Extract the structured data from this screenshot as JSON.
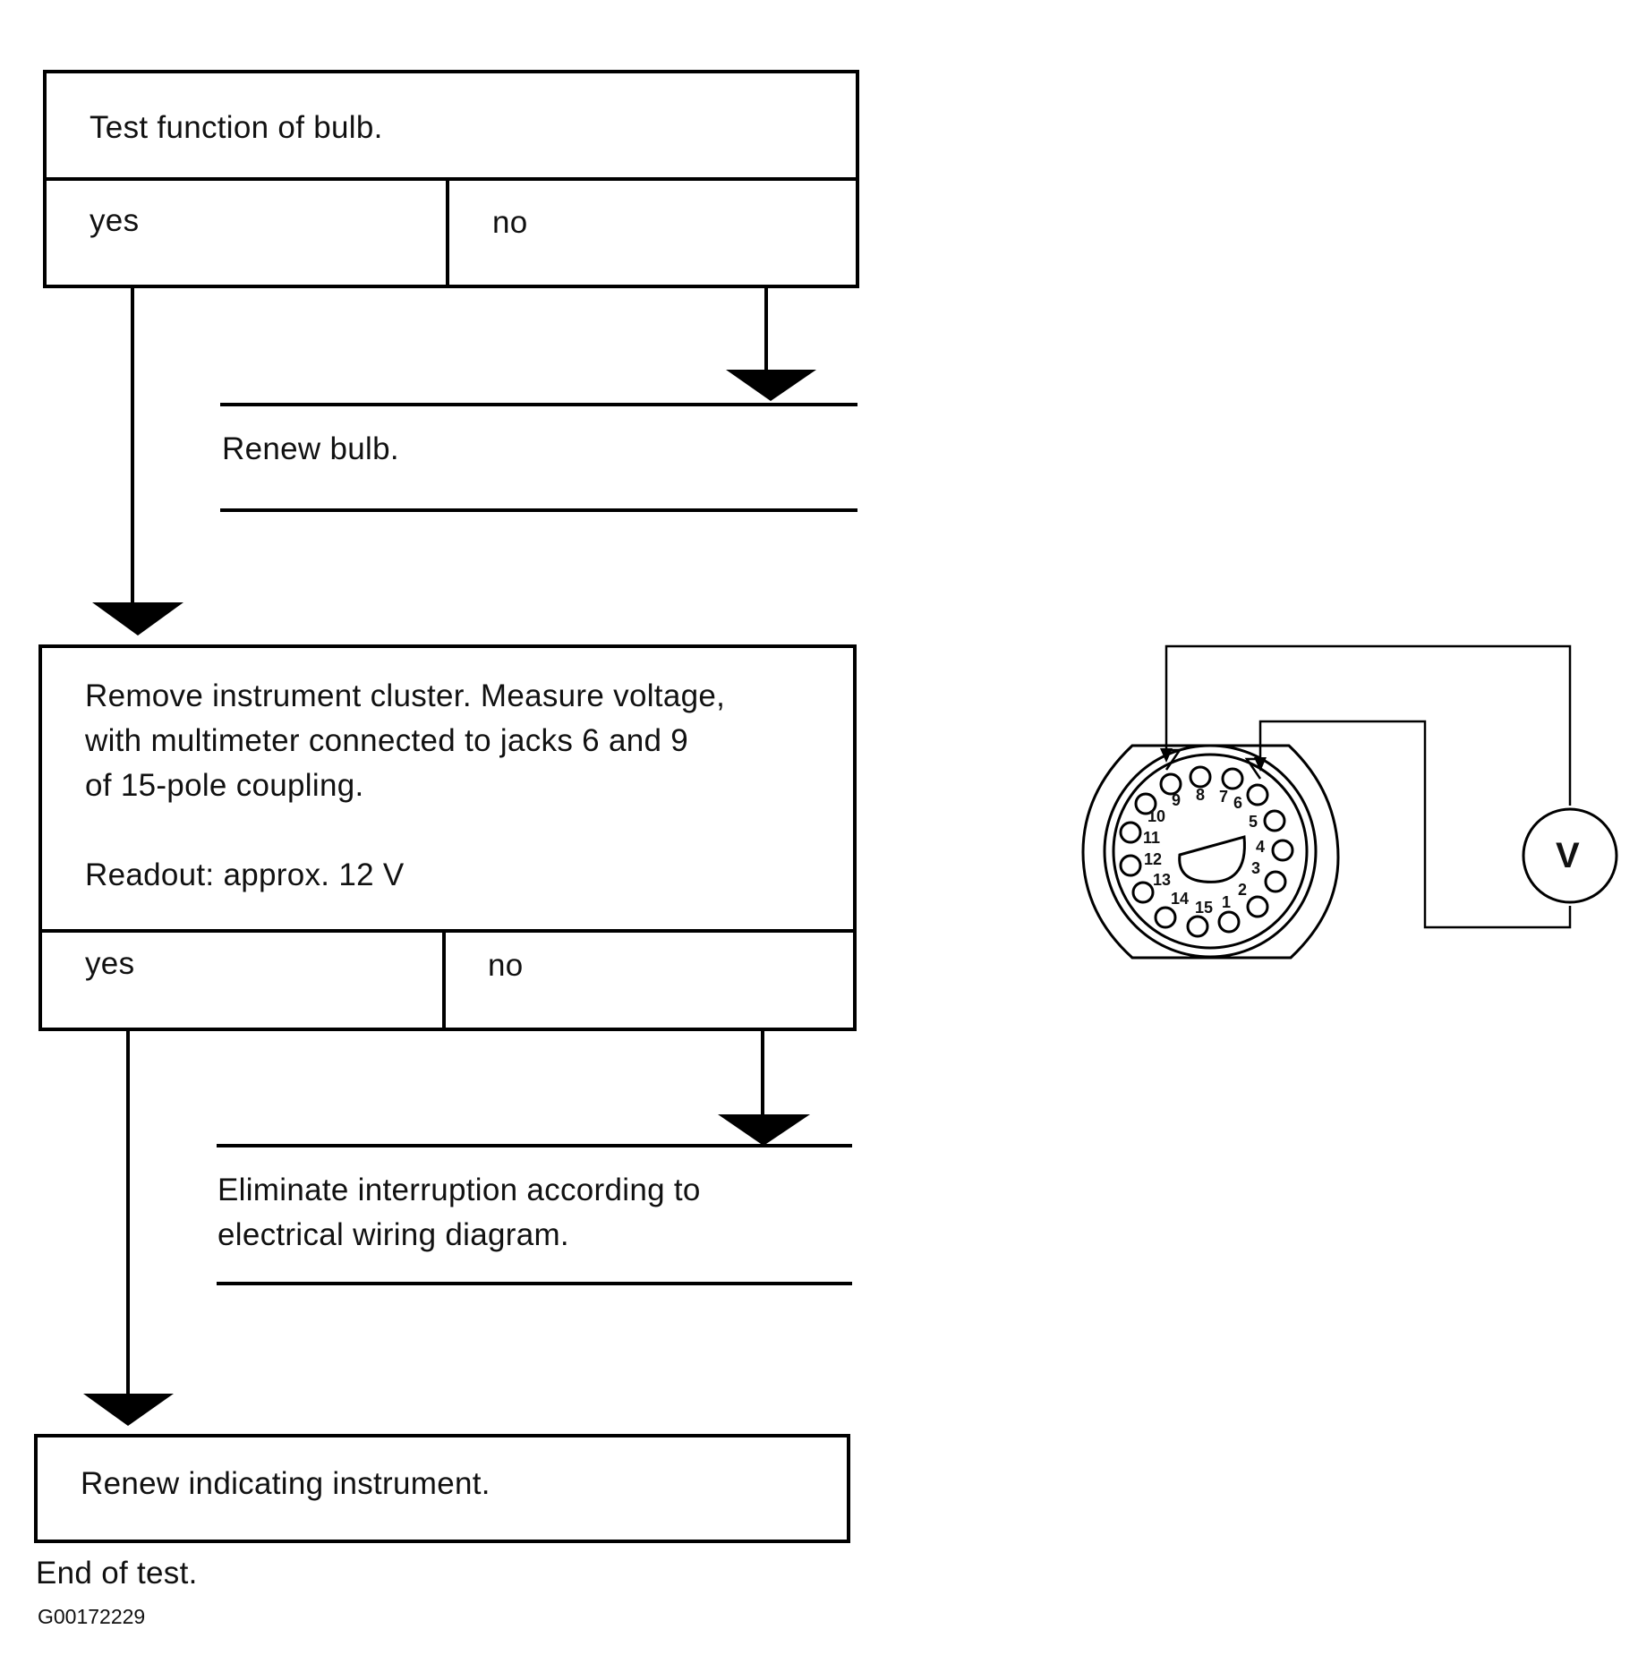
{
  "flow": {
    "step1": {
      "question": "Test function of bulb.",
      "yes": "yes",
      "no": "no"
    },
    "action1": "Renew bulb.",
    "step2": {
      "lines": [
        "Remove instrument cluster. Measure voltage,",
        "with multimeter connected to jacks 6 and 9",
        "of 15-pole coupling."
      ],
      "readout": "Readout: approx. 12 V",
      "yes": "yes",
      "no": "no"
    },
    "action2": {
      "lines": [
        "Eliminate interruption according to",
        "electrical wiring diagram."
      ]
    },
    "final": "Renew indicating instrument.",
    "end": "End of test."
  },
  "figure_id": "G00172229",
  "connector": {
    "pins": [
      "1",
      "2",
      "3",
      "4",
      "5",
      "6",
      "7",
      "8",
      "9",
      "10",
      "11",
      "12",
      "13",
      "14",
      "15"
    ],
    "meter_label": "V"
  }
}
